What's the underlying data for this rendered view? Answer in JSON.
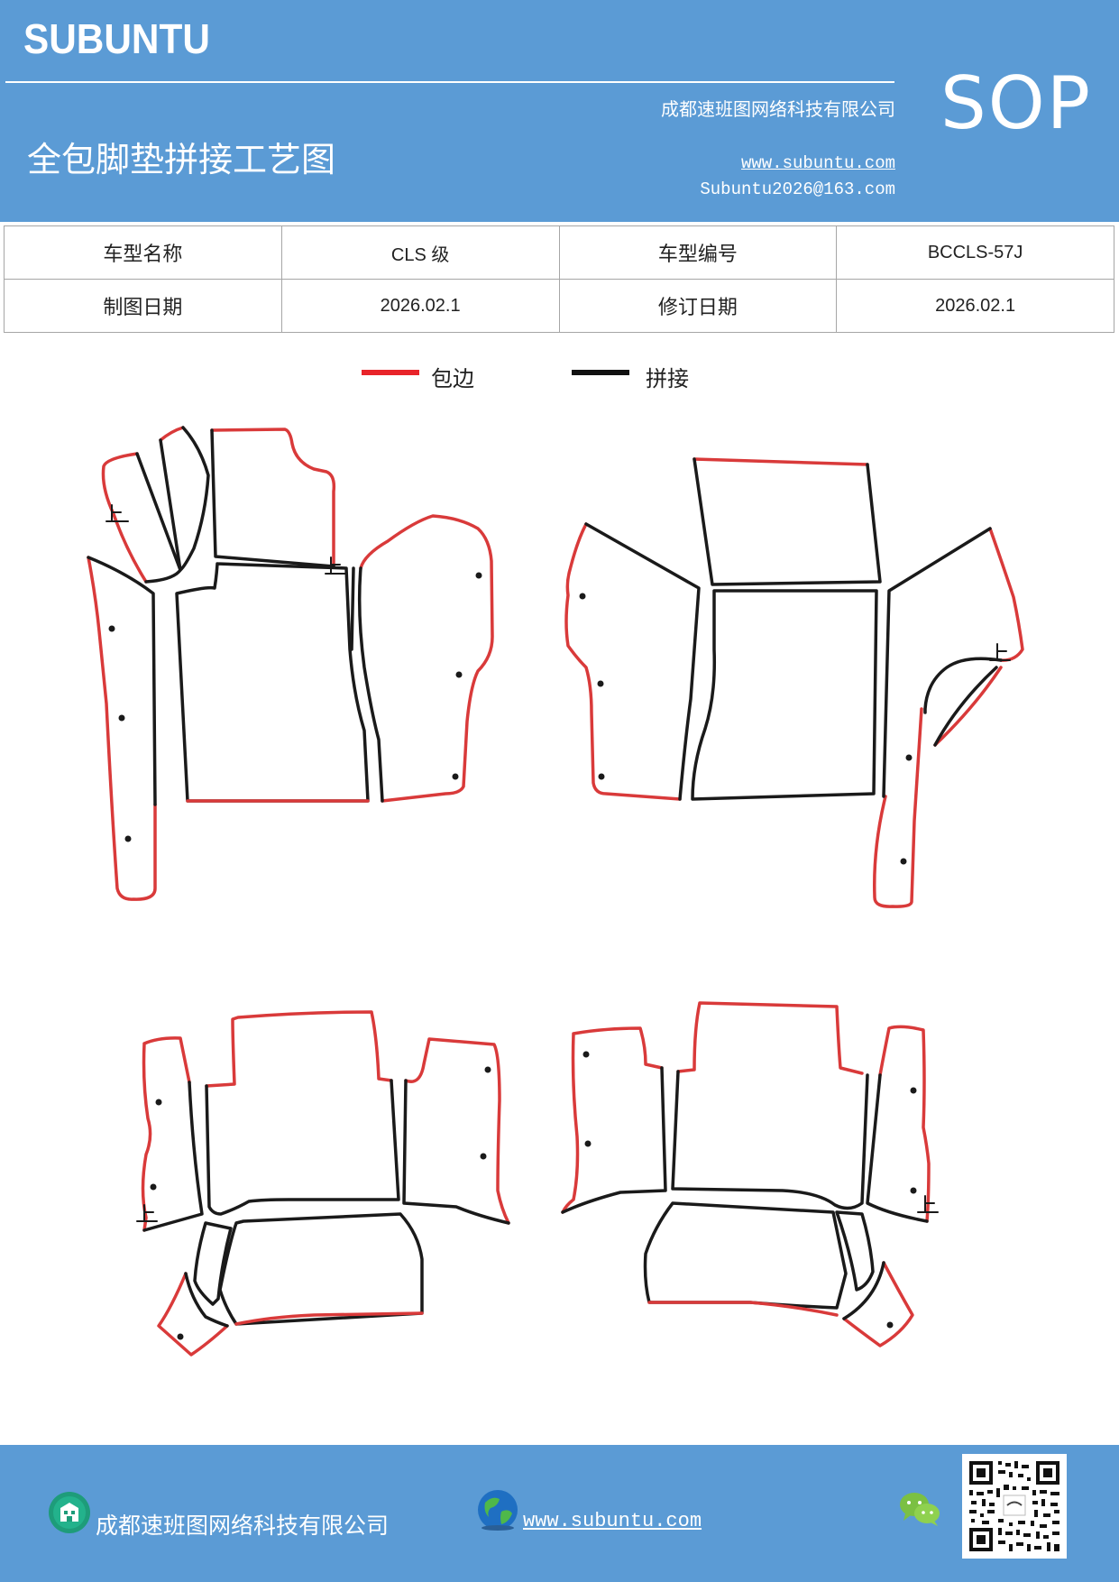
{
  "header": {
    "brand": "SUBUNTU",
    "company": "成都速班图网络科技有限公司",
    "sop": "SOP",
    "title": "全包脚垫拼接工艺图",
    "website": "www.subuntu.com",
    "email": "Subuntu2026@163.com",
    "background_color": "#5b9bd5"
  },
  "info_table": {
    "model_name_label": "车型名称",
    "model_name_value": "CLS 级",
    "model_code_label": "车型编号",
    "model_code_value": "BCCLS-57J",
    "draw_date_label": "制图日期",
    "draw_date_value": "2026.02.1",
    "revision_date_label": "修订日期",
    "revision_date_value": "2026.02.1"
  },
  "legend": {
    "items": [
      {
        "label": "包边",
        "color": "#e8242a"
      },
      {
        "label": "拼接",
        "color": "#111111"
      }
    ]
  },
  "drawing": {
    "up_mark": "上",
    "edge_color": "#d93a3a",
    "seam_color": "#1a1a1a"
  },
  "footer": {
    "company": "成都速班图网络科技有限公司",
    "website": "www.subuntu.com ",
    "icons": [
      "building-icon",
      "globe-icon",
      "wechat-icon",
      "qr-code"
    ]
  }
}
